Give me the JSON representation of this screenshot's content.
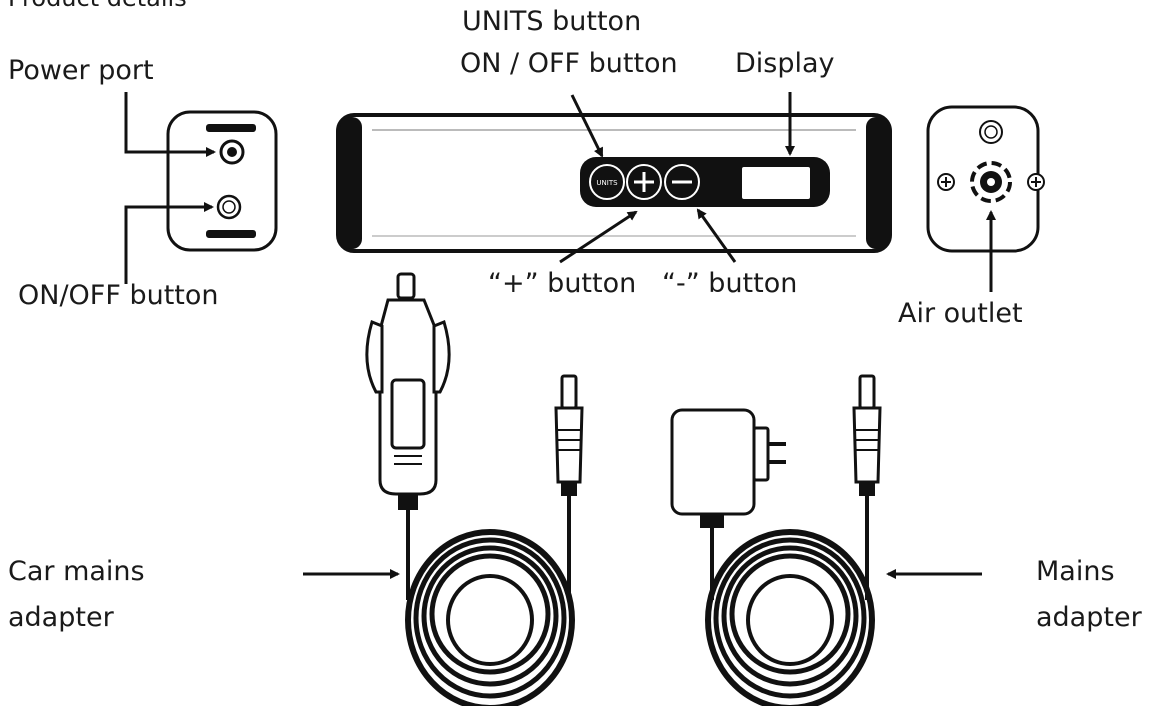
{
  "header_fragment": "Product details",
  "labels": {
    "units_button": "UNITS button",
    "on_off_button_top": "ON / OFF button",
    "display": "Display",
    "power_port": "Power port",
    "on_off_button_left": "ON/OFF button",
    "plus_button": "“+” button",
    "minus_button": "“-” button",
    "air_outlet": "Air outlet",
    "car_mains_1": "Car mains",
    "car_mains_2": "adapter",
    "mains_1": "Mains",
    "mains_2": "adapter"
  },
  "device": {
    "units_key": "UNITS"
  }
}
